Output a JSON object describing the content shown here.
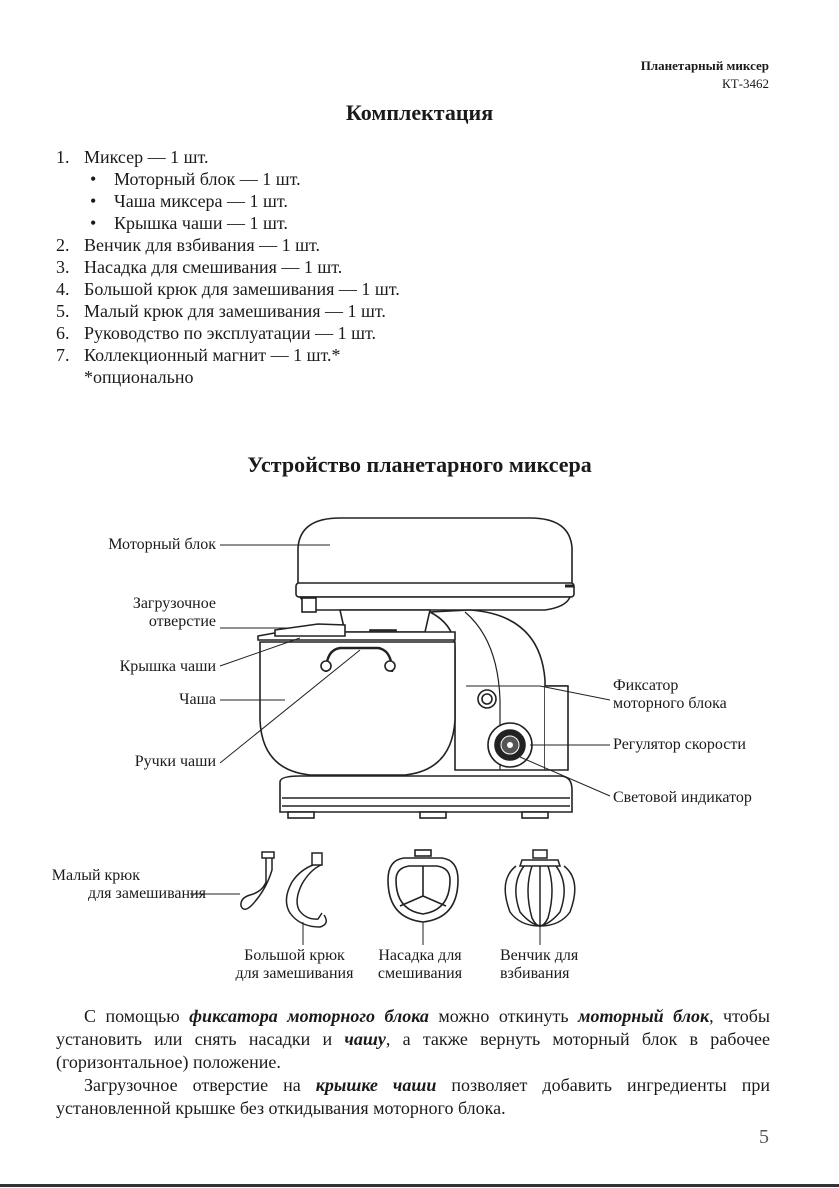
{
  "header": {
    "title": "Планетарный миксер",
    "model": "КТ-3462"
  },
  "section1": {
    "title": "Комплектация",
    "items": [
      {
        "num": "1.",
        "text": "Миксер — 1 шт."
      },
      {
        "num": "2.",
        "text": "Венчик для взбивания — 1 шт."
      },
      {
        "num": "3.",
        "text": "Насадка для смешивания — 1 шт."
      },
      {
        "num": "4.",
        "text": "Большой крюк для замешивания — 1 шт."
      },
      {
        "num": "5.",
        "text": "Малый крюк для замешивания — 1 шт."
      },
      {
        "num": "6.",
        "text": "Руководство по эксплуатации — 1 шт."
      },
      {
        "num": "7.",
        "text": "Коллекционный магнит — 1 шт.*"
      }
    ],
    "subitems": [
      "Моторный блок — 1 шт.",
      "Чаша миксера — 1 шт.",
      "Крышка чаши — 1 шт."
    ],
    "note": "*опционально"
  },
  "section2": {
    "title": "Устройство планетарного миксера",
    "labels": {
      "motor_block": "Моторный блок",
      "loading_hole_1": "Загрузочное",
      "loading_hole_2": "отверстие",
      "bowl_lid": "Крышка чаши",
      "bowl": "Чаша",
      "bowl_handles": "Ручки чаши",
      "lock_1": "Фиксатор",
      "lock_2": "моторного блока",
      "speed": "Регулятор скорости",
      "indicator": "Световой индикатор",
      "small_hook_1": "Малый крюк",
      "small_hook_2": "для замешивания",
      "big_hook_1": "Большой крюк",
      "big_hook_2": "для замешивания",
      "beater_1": "Насадка для",
      "beater_2": "смешивания",
      "whisk_1": "Венчик для",
      "whisk_2": "взбивания"
    }
  },
  "paragraph1": {
    "p1": "С помощью ",
    "b1": "фиксатора моторного блока",
    "p2": " можно откинуть ",
    "b2": "моторный блок",
    "p3": ", чтобы установить или снять насадки и ",
    "b3": "чашу",
    "p4": ", а также вернуть моторный блок в рабочее (горизонтальное) положение."
  },
  "paragraph2": {
    "p1": "Загрузочное отверстие на ",
    "b1": "крышке чаши",
    "p2": " позволяет добавить ингредиенты при установленной крышке без откидывания моторного блока."
  },
  "page_number": "5"
}
